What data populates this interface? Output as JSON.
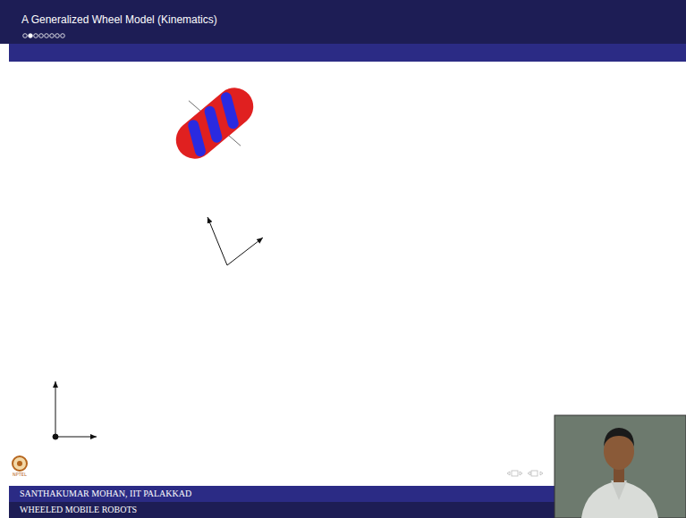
{
  "diagram": {
    "title": "A Generalized Wheel Model (Kinematics)",
    "labels": [
      "SANTHAKUMAR MOHAN, IIT PALAKKAD",
      "WHEELED MOBILE ROBOTS",
      "NPTEL"
    ]
  }
}
